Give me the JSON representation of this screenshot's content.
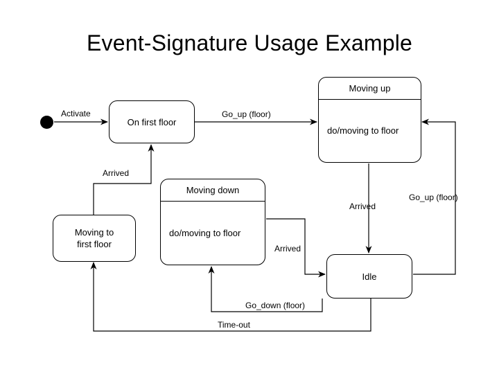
{
  "slide": {
    "title": "Event-Signature Usage Example",
    "background": "#ffffff",
    "ink": "#000000"
  },
  "states": {
    "on_first_floor": {
      "name": "On first floor"
    },
    "moving_up": {
      "name": "Moving up",
      "activity": "do/moving to floor"
    },
    "moving_down": {
      "name": "Moving down",
      "activity": "do/moving to floor"
    },
    "moving_to_first_floor": {
      "line1": "Moving to",
      "line2": "first floor"
    },
    "idle": {
      "name": "Idle"
    }
  },
  "transitions": {
    "activate": "Activate",
    "go_up_top": "Go_up (floor)",
    "arrived_to_first_floor": "Arrived",
    "arrived_moving_down_to_idle": "Arrived",
    "arrived_moving_up_to_idle": "Arrived",
    "go_up_idle": "Go_up (floor)",
    "go_down": "Go_down (floor)",
    "time_out": "Time-out"
  },
  "icons": {
    "initial_state": "initial-state-dot"
  }
}
